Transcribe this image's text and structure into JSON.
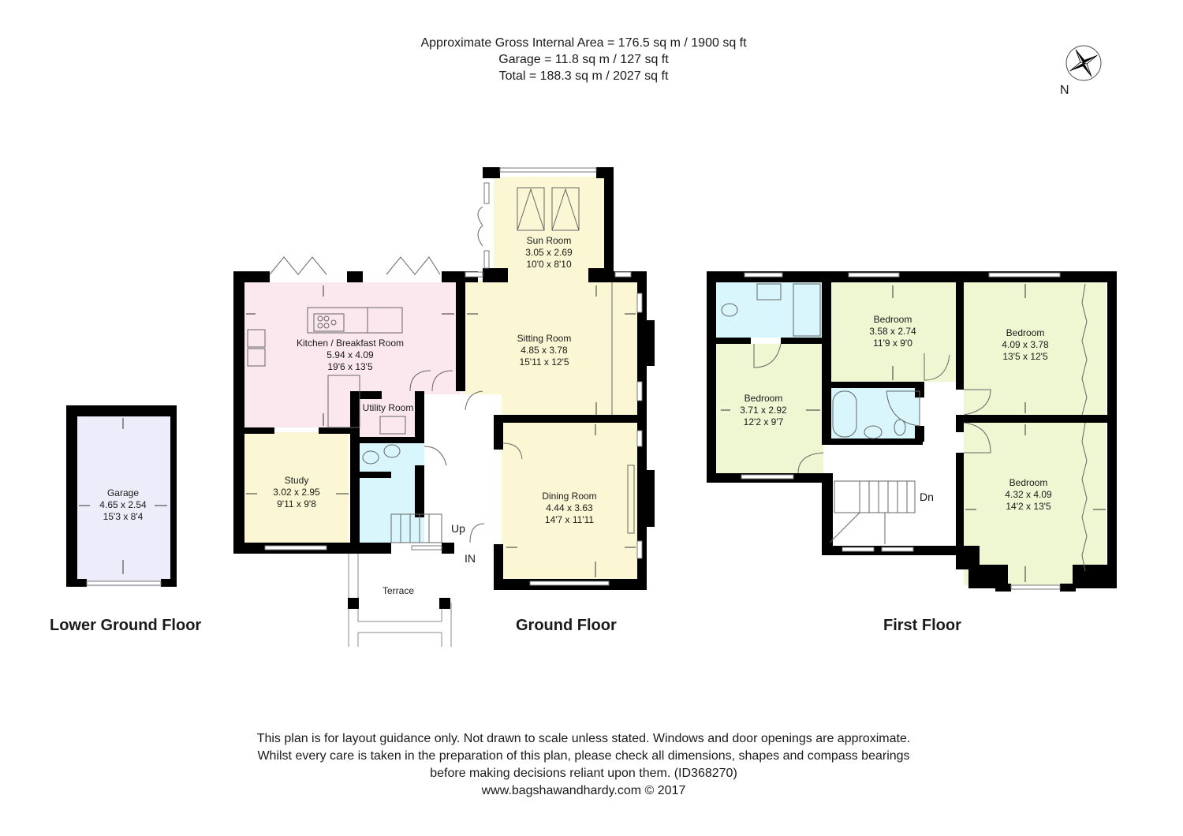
{
  "header": {
    "gross_internal_area": "Approximate Gross Internal Area = 176.5 sq m / 1900 sq ft",
    "garage_area": "Garage = 11.8 sq m / 127 sq ft",
    "total_area": "Total = 188.3 sq m / 2027 sq ft"
  },
  "compass": {
    "icon": "compass-rose-icon",
    "label": "N"
  },
  "colors": {
    "wall": "#000000",
    "garage": "#ececfb",
    "kitchen": "#fbe8ee",
    "living": "#fbf7d4",
    "bathroom": "#d8f6fb",
    "bedroom": "#eef6d2",
    "cupboard": "#e6e6f6",
    "window": "#ffffff",
    "line": "#555555"
  },
  "floors": {
    "lower_ground": {
      "label": "Lower Ground Floor",
      "rooms": [
        {
          "name": "Garage",
          "metric": "4.65 x 2.54",
          "imperial": "15'3 x 8'4"
        }
      ]
    },
    "ground": {
      "label": "Ground Floor",
      "rooms": [
        {
          "name": "Sun Room",
          "metric": "3.05 x 2.69",
          "imperial": "10'0 x 8'10"
        },
        {
          "name": "Kitchen / Breakfast Room",
          "metric": "5.94 x 4.09",
          "imperial": "19'6 x 13'5"
        },
        {
          "name": "Sitting Room",
          "metric": "4.85 x 3.78",
          "imperial": "15'11 x 12'5"
        },
        {
          "name": "Utility Room",
          "metric": "",
          "imperial": ""
        },
        {
          "name": "Study",
          "metric": "3.02 x 2.95",
          "imperial": "9'11 x 9'8"
        },
        {
          "name": "Dining Room",
          "metric": "4.44 x 3.63",
          "imperial": "14'7 x 11'11"
        },
        {
          "name": "Terrace",
          "metric": "",
          "imperial": ""
        }
      ],
      "annotations": {
        "stairs": "Up",
        "entrance": "IN"
      }
    },
    "first": {
      "label": "First Floor",
      "rooms": [
        {
          "name": "Bedroom",
          "metric": "3.58 x 2.74",
          "imperial": "11'9 x 9'0"
        },
        {
          "name": "Bedroom",
          "metric": "4.09 x 3.78",
          "imperial": "13'5 x 12'5"
        },
        {
          "name": "Bedroom",
          "metric": "3.71 x 2.92",
          "imperial": "12'2 x 9'7"
        },
        {
          "name": "Bedroom",
          "metric": "4.32 x 4.09",
          "imperial": "14'2 x 13'5"
        }
      ],
      "annotations": {
        "stairs": "Dn"
      }
    }
  },
  "footer": {
    "disclaimer_line1": "This plan is for layout guidance only. Not drawn to scale unless stated. Windows and door openings are approximate.",
    "disclaimer_line2": "Whilst every care is taken in the preparation of this plan, please check all dimensions, shapes and compass bearings",
    "disclaimer_line3": "before making decisions reliant upon them. (ID368270)",
    "website": "www.bagshawandhardy.com © 2017"
  }
}
